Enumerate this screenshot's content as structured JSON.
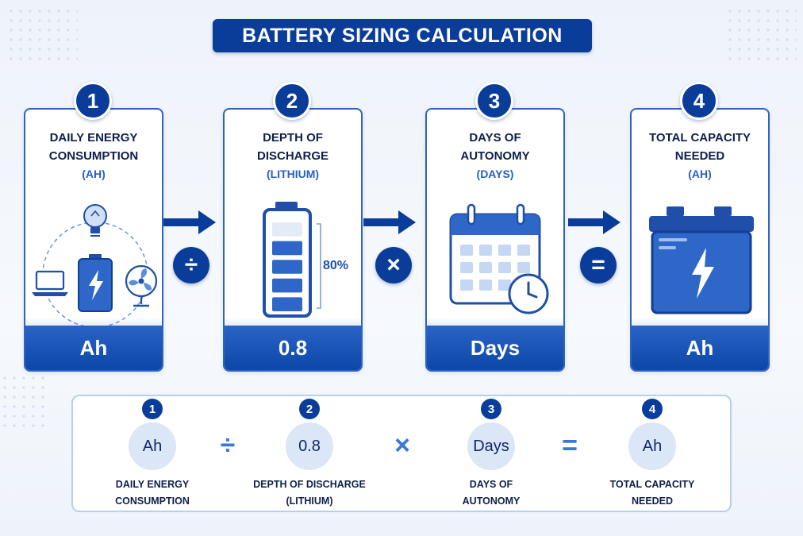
{
  "title": "BATTERY SIZING CALCULATION",
  "steps": [
    {
      "number": "1",
      "label_line1": "DAILY ENERGY",
      "label_line2": "CONSUMPTION",
      "unit": "(Ah)",
      "value": "Ah"
    },
    {
      "number": "2",
      "label_line1": "DEPTH OF",
      "label_line2": "DISCHARGE",
      "unit": "(LITHIUM)",
      "value": "0.8",
      "battery_level_label": "80%",
      "battery_level_fraction": 0.8
    },
    {
      "number": "3",
      "label_line1": "DAYS OF",
      "label_line2": "AUTONOMY",
      "unit": "(DAYS)",
      "value": "Days"
    },
    {
      "number": "4",
      "label_line1": "TOTAL CAPACITY",
      "label_line2": "NEEDED",
      "unit": "(Ah)",
      "value": "Ah"
    }
  ],
  "operators": [
    "÷",
    "×",
    "="
  ],
  "summary": {
    "items": [
      {
        "number": "1",
        "value": "Ah",
        "label_line1": "DAILY ENERGY",
        "label_line2": "CONSUMPTION"
      },
      {
        "number": "2",
        "value": "0.8",
        "label_line1": "DEPTH OF DISCHARGE",
        "label_line2": "(LITHIUM)"
      },
      {
        "number": "3",
        "value": "Days",
        "label_line1": "DAYS OF",
        "label_line2": "AUTONOMY"
      },
      {
        "number": "4",
        "value": "Ah",
        "label_line1": "TOTAL CAPACITY",
        "label_line2": "NEEDED"
      }
    ],
    "operators": [
      "÷",
      "×",
      "="
    ]
  },
  "icons": {
    "step1": [
      "lightbulb-icon",
      "laptop-icon",
      "battery-charging-icon",
      "fan-icon"
    ],
    "step2": "battery-level-icon",
    "step3": "calendar-clock-icon",
    "step4": "car-battery-icon"
  },
  "colors": {
    "primary": "#0a3d9a",
    "accent": "#2f63c2",
    "light": "#dbe6f6",
    "operator_light": "#3a78d8"
  }
}
